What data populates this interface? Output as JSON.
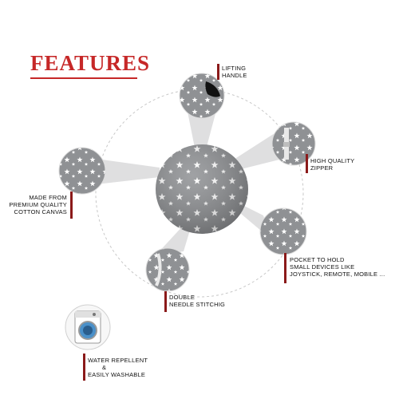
{
  "heading": "FEATURES",
  "features": {
    "lifting_handle": {
      "line1": "LIFTING",
      "line2": "HANDLE"
    },
    "zipper": {
      "line1": "HIGH QUALITY",
      "line2": "ZIPPER"
    },
    "canvas": {
      "line1": "MADE FROM",
      "line2": "PREMIUM QUALITY",
      "line3": "COTTON CANVAS"
    },
    "pocket": {
      "line1": "POCKET TO HOLD",
      "line2": "SMALL DEVICES LIKE",
      "line3": "JOYSTICK, REMOTE, MOBILE ..."
    },
    "stitching": {
      "line1": "DOUBLE",
      "line2": "NEEDLE STITCHIG"
    },
    "washable": {
      "line1": "WATER REPELLENT",
      "line2": "&",
      "line3": "EASILY WASHABLE"
    }
  },
  "colors": {
    "heading": "#c62828",
    "marker": "#8b1a1a",
    "fabric": "#8f9194",
    "star": "#ffffff"
  },
  "icons": [
    "star-pattern",
    "washing-machine-icon",
    "handle-loop-icon",
    "zipper-icon"
  ]
}
